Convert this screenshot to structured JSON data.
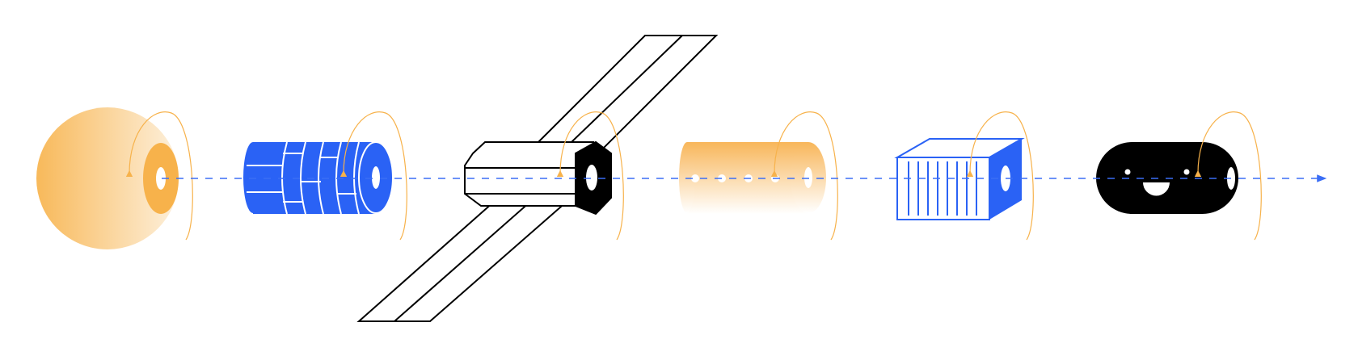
{
  "illustration": {
    "kind": "rotating-objects-along-axis",
    "objects": [
      {
        "id": "sphere",
        "icon": "sphere-icon"
      },
      {
        "id": "segmented-cylinder",
        "icon": "segmented-cylinder-icon"
      },
      {
        "id": "satellite",
        "icon": "satellite-icon"
      },
      {
        "id": "gradient-cylinder",
        "icon": "gradient-cylinder-icon"
      },
      {
        "id": "container-box",
        "icon": "shipping-container-icon"
      },
      {
        "id": "smiley-capsule",
        "icon": "smiley-capsule-icon"
      }
    ],
    "colors": {
      "orange": "#f7b24b",
      "orange_light": "#fde8c7",
      "blue": "#2a62f5",
      "black": "#000000",
      "white": "#ffffff",
      "axis": "#3b6ef5"
    }
  }
}
